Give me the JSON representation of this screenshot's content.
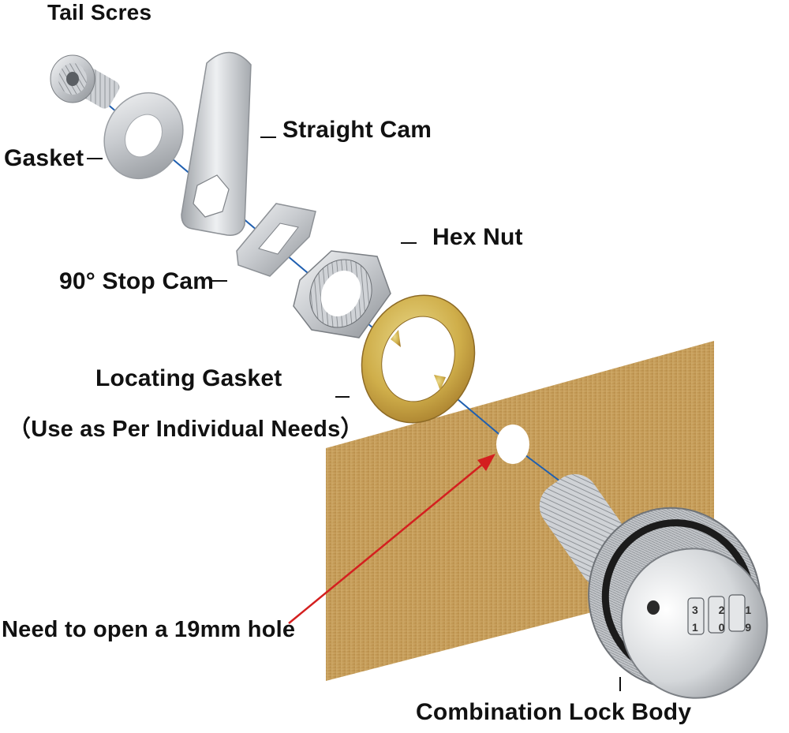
{
  "labels": {
    "tail_screws": "Tail Scres",
    "straight_cam": "Straight Cam",
    "gasket": "Gasket",
    "hex_nut": "Hex Nut",
    "stop_cam": "90° Stop Cam",
    "locating_gasket": "Locating Gasket",
    "locating_gasket_note": "（Use as Per Individual Needs）",
    "hole_note": "Need to open a 19mm hole",
    "lock_body": "Combination Lock Body"
  },
  "dials": {
    "top": "3 2 1",
    "front": "1 0 9"
  },
  "colors": {
    "axis_line": "#1f5fb0",
    "pointer_arrow": "#d41f1f",
    "wood_panel": "#c9a35e",
    "metal": "#c7cacd",
    "brass": "#c9a93c",
    "text": "#111111"
  }
}
